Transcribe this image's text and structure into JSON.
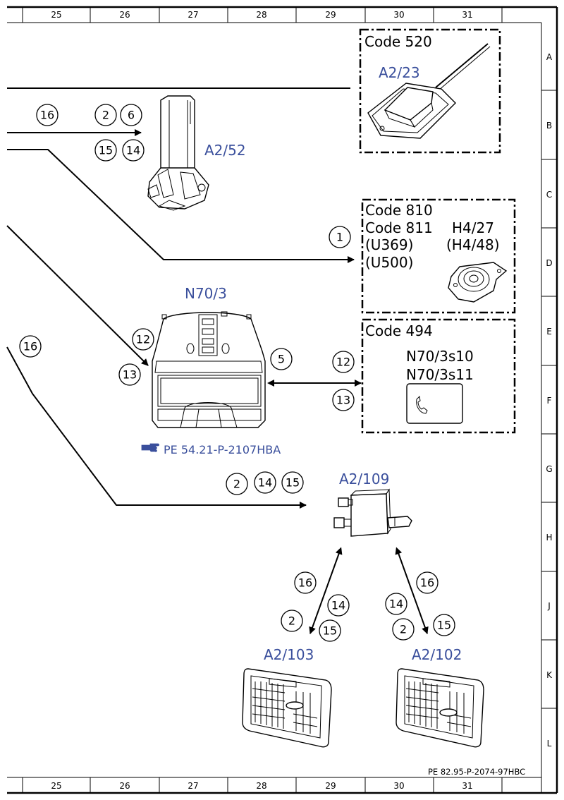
{
  "grid": {
    "columns": [
      "25",
      "26",
      "27",
      "28",
      "29",
      "30",
      "31"
    ],
    "rows": [
      "A",
      "B",
      "C",
      "D",
      "E",
      "F",
      "G",
      "H",
      "J",
      "K",
      "L"
    ]
  },
  "components": {
    "a2_23": "A2/23",
    "a2_52": "A2/52",
    "n70_3": "N70/3",
    "a2_109": "A2/109",
    "a2_103": "A2/103",
    "a2_102": "A2/102"
  },
  "code_boxes": {
    "box_520": {
      "line1": "Code 520"
    },
    "box_810": {
      "line1": "Code 810",
      "line2": "Code 811",
      "line3": "(U369)",
      "line4": "(U500)",
      "part1": "H4/27",
      "part2": "(H4/48)"
    },
    "box_494": {
      "line1": "Code 494",
      "part1": "N70/3s10",
      "part2": "N70/3s11"
    }
  },
  "wire_labels": {
    "w16_top": "16",
    "w2_top": "2",
    "w6_top": "6",
    "w15_top": "15",
    "w14_top": "14",
    "w1": "1",
    "w12_left": "12",
    "w13_left": "13",
    "w16_left": "16",
    "w5": "5",
    "w12_right": "12",
    "w13_right": "13",
    "w2_mid": "2",
    "w14_mid": "14",
    "w15_mid": "15",
    "w16_lower_left": "16",
    "w14_lower_left": "14",
    "w2_lower_left": "2",
    "w15_lower_left": "15",
    "w16_lower_right": "16",
    "w14_lower_right": "14",
    "w2_lower_right": "2",
    "w15_lower_right": "15"
  },
  "reference_link": "PE 54.21-P-2107HBA",
  "document_id": "PE 82.95-P-2074-97HBC",
  "colors": {
    "component_blue": "#3a4f9c",
    "line_black": "#000000"
  },
  "icons": {
    "reference_hand": "pointing-hand-icon",
    "phone": "phone-icon"
  }
}
